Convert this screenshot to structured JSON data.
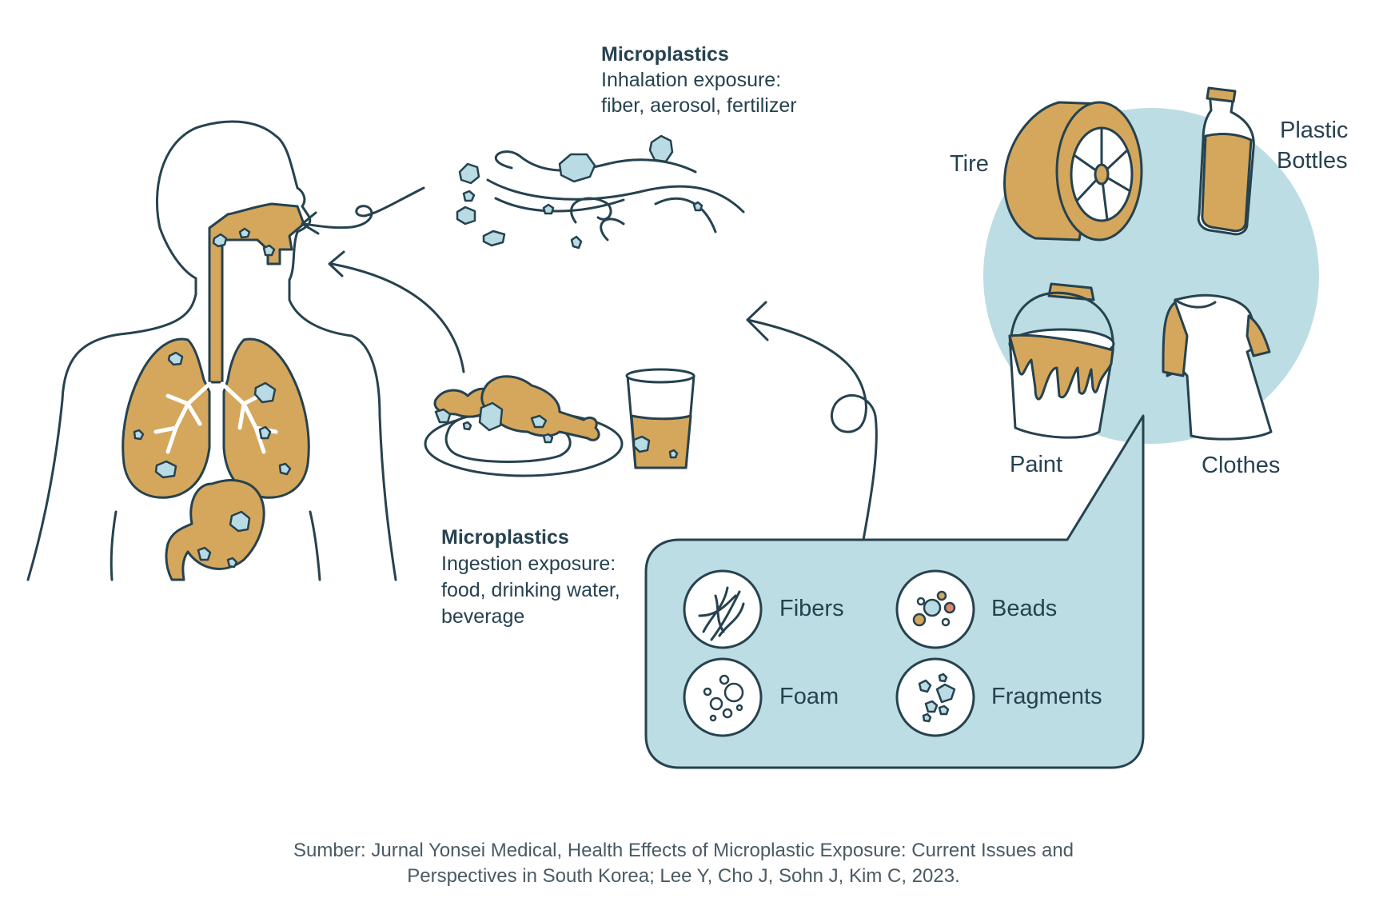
{
  "inhalation": {
    "title": "Microplastics",
    "line1": "Inhalation exposure:",
    "line2": "fiber, aerosol, fertilizer"
  },
  "ingestion": {
    "title": "Microplastics",
    "line1": "Ingestion exposure:",
    "line2": "food, drinking water,",
    "line3": "beverage"
  },
  "sources": {
    "tire": "Tire",
    "bottles_line1": "Plastic",
    "bottles_line2": "Bottles",
    "paint": "Paint",
    "clothes": "Clothes"
  },
  "types": {
    "fibers": "Fibers",
    "beads": "Beads",
    "foam": "Foam",
    "fragments": "Fragments"
  },
  "source_note": {
    "line1": "Sumber:  Jurnal Yonsei Medical, Health Effects of Microplastic Exposure: Current Issues and",
    "line2": "Perspectives in South Korea; Lee Y, Cho J, Sohn J, Kim C, 2023."
  },
  "colors": {
    "outline": "#26424f",
    "tan": "#d4a75c",
    "light_blue": "#bcdde3",
    "particle": "#b8dbe4"
  }
}
